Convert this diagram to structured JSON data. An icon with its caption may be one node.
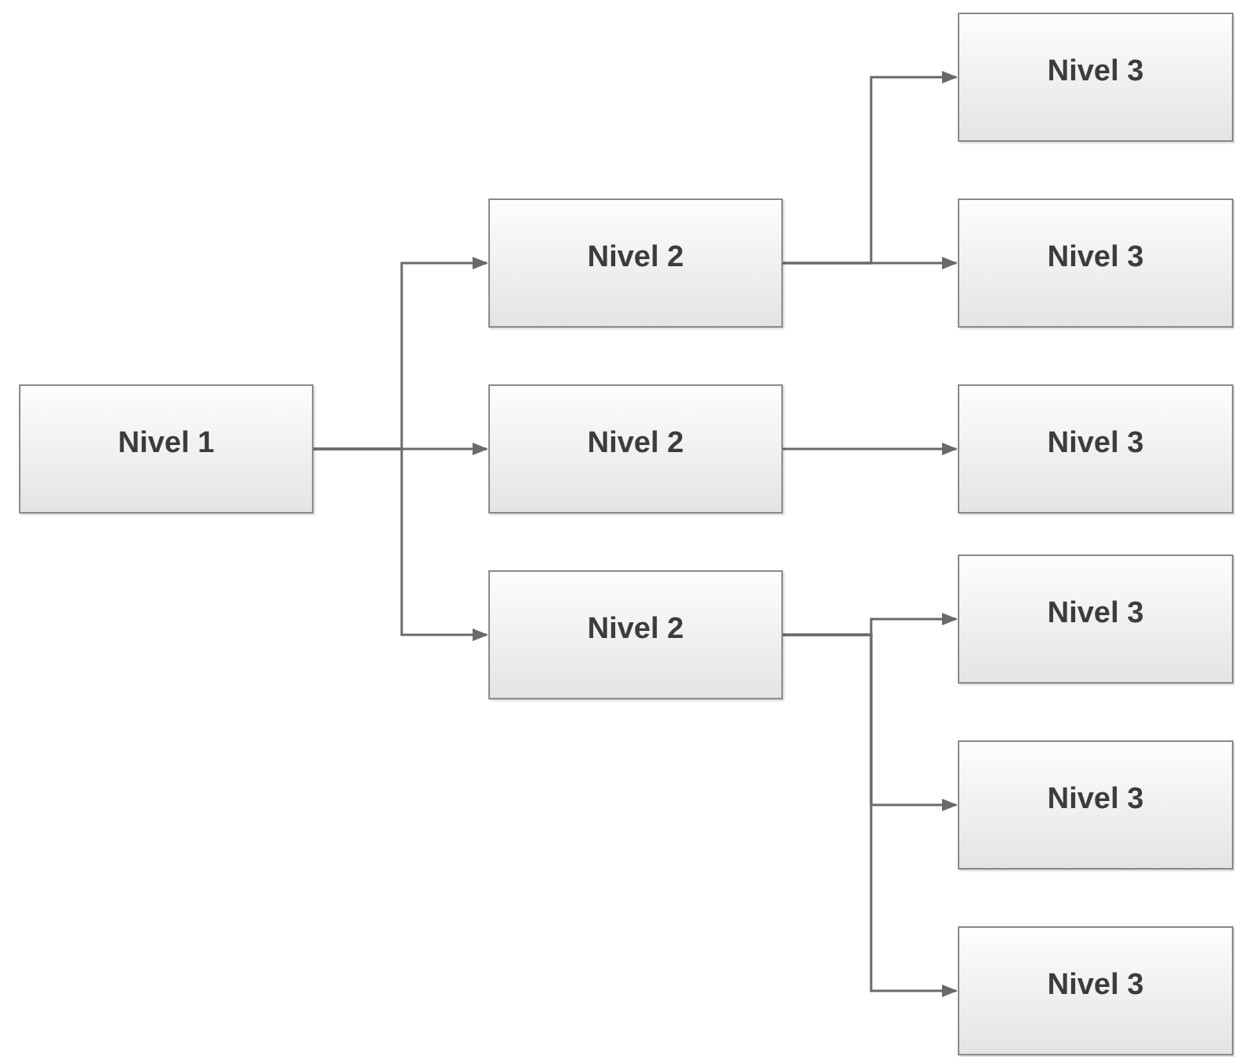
{
  "diagram": {
    "nodes": [
      {
        "text": [
          "Nivel 1"
        ]
      },
      {
        "text": [
          "Nivel 2"
        ]
      },
      {
        "text": [
          "Nivel 2"
        ]
      },
      {
        "text": [
          "Nivel 2"
        ]
      },
      {
        "text": [
          "Nivel 3"
        ]
      },
      {
        "text": [
          "Nivel 3"
        ]
      },
      {
        "text": [
          "Nivel 3"
        ]
      },
      {
        "text": [
          "Nivel 3"
        ]
      },
      {
        "text": [
          "Nivel 3"
        ]
      },
      {
        "text": [
          "Nivel 3"
        ]
      }
    ],
    "edges": [
      {
        "from": 0,
        "to": 1,
        "arrow": "to"
      },
      {
        "from": 0,
        "to": 2,
        "arrow": "to"
      },
      {
        "from": 0,
        "to": 3,
        "arrow": "to"
      },
      {
        "from": 1,
        "to": 4,
        "arrow": "to"
      },
      {
        "from": 1,
        "to": 5,
        "arrow": "to"
      },
      {
        "from": 2,
        "to": 6,
        "arrow": "to"
      },
      {
        "from": 3,
        "to": 7,
        "arrow": "to"
      },
      {
        "from": 3,
        "to": 8,
        "arrow": "to"
      },
      {
        "from": 3,
        "to": 9,
        "arrow": "to"
      }
    ]
  }
}
